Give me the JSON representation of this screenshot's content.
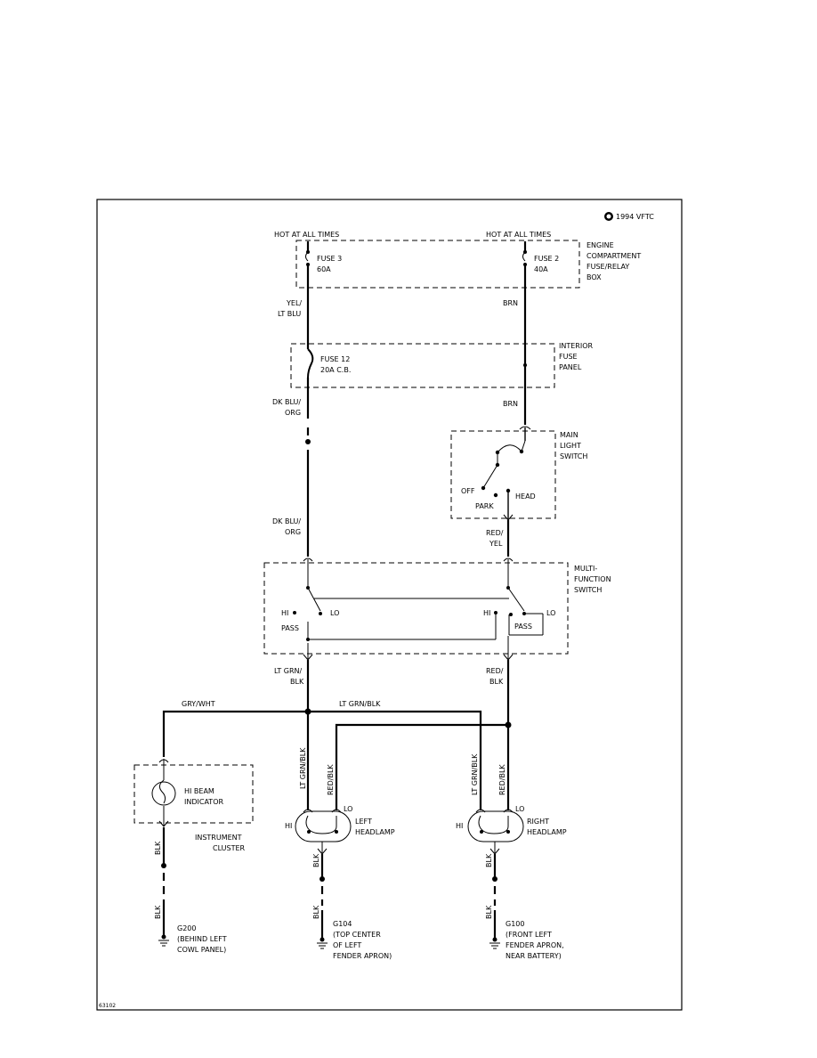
{
  "copyright": "1994 VFTC",
  "figure_id": "63102",
  "labels": {
    "hot_left": "HOT AT ALL TIMES",
    "hot_right": "HOT AT ALL TIMES",
    "fuse3_name": "FUSE 3",
    "fuse3_rating": "60A",
    "fuse2_name": "FUSE 2",
    "fuse2_rating": "40A",
    "engine_box": [
      "ENGINE",
      "COMPARTMENT",
      "FUSE/RELAY",
      "BOX"
    ],
    "wire_yel_ltblu": [
      "YEL/",
      "LT BLU"
    ],
    "wire_brn_1": "BRN",
    "fuse12_name": "FUSE 12",
    "fuse12_rating": "20A C.B.",
    "interior_panel": [
      "INTERIOR",
      "FUSE",
      "PANEL"
    ],
    "wire_dkblu_1": [
      "DK BLU/",
      "ORG"
    ],
    "wire_brn_2": "BRN",
    "main_switch": [
      "MAIN",
      "LIGHT",
      "SWITCH"
    ],
    "sw_off": "OFF",
    "sw_park": "PARK",
    "sw_head": "HEAD",
    "wire_dkblu_2": [
      "DK BLU/",
      "ORG"
    ],
    "wire_redyel": [
      "RED/",
      "YEL"
    ],
    "multi_switch": [
      "MULTI-",
      "FUNCTION",
      "SWITCH"
    ],
    "mf_hi_left": "HI",
    "mf_lo_left": "LO",
    "mf_pass_left": "PASS",
    "mf_hi_right": "HI",
    "mf_lo_right": "LO",
    "mf_pass_right": "PASS",
    "wire_ltgrn_blk": [
      "LT GRN/",
      "BLK"
    ],
    "wire_red_blk": [
      "RED/",
      "BLK"
    ],
    "wire_gry_wht": "GRY/WHT",
    "wire_ltgrn_blk_h": "LT GRN/BLK",
    "vert_ltgrn_1": "LT GRN/BLK",
    "vert_redblk_1": "RED/BLK",
    "vert_ltgrn_2": "LT GRN/BLK",
    "vert_redblk_2": "RED/BLK",
    "hi_beam": [
      "HI BEAM",
      "INDICATOR"
    ],
    "instrument_cluster": [
      "INSTRUMENT",
      "CLUSTER"
    ],
    "left_hi": "HI",
    "left_lo": "LO",
    "left_headlamp": [
      "LEFT",
      "HEADLAMP"
    ],
    "right_hi": "HI",
    "right_lo": "LO",
    "right_headlamp": [
      "RIGHT",
      "HEADLAMP"
    ],
    "blk_1": "BLK",
    "blk_2": "BLK",
    "blk_3": "BLK",
    "blk_4": "BLK",
    "blk_5": "BLK",
    "blk_6": "BLK",
    "g200": [
      "G200",
      "(BEHIND LEFT",
      "COWL PANEL)"
    ],
    "g104": [
      "G104",
      "(TOP CENTER",
      "OF LEFT",
      "FENDER APRON)"
    ],
    "g100": [
      "G100",
      "(FRONT LEFT",
      "FENDER APRON,",
      "NEAR BATTERY)"
    ]
  }
}
